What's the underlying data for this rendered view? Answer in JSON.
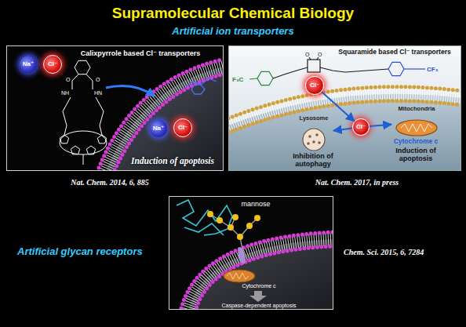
{
  "diagram": {
    "title": "Supramolecular Chemical Biology",
    "nodes": [
      {
        "text": [
          "Calixpyrrole based Cl⁻ transporters",
          "Induction of apoptosis"
        ]
      },
      {
        "text": [
          "Na⁺"
        ],
        "in": 0
      },
      {
        "text": [
          "Cl⁻"
        ],
        "in": 0
      },
      {
        "text": [
          "Na⁺"
        ],
        "in": 0
      },
      {
        "text": [
          "Cl⁻"
        ],
        "in": 0
      },
      {
        "text": [
          "Squaramide based Cl⁻ transporters"
        ]
      },
      {
        "text": [
          "Cl⁻"
        ],
        "in": 5
      },
      {
        "text": [
          "Cl⁻"
        ],
        "in": 5
      },
      {
        "text": [
          "Lysosome"
        ],
        "in": 5
      },
      {
        "text": [
          "Mitochondria"
        ],
        "in": 5
      },
      {
        "text": [
          "mannose"
        ]
      }
    ],
    "edges": [
      {
        "from": 6,
        "to": 7,
        "arrow": "to"
      },
      {
        "from": 7,
        "to": 8,
        "arrow": "to"
      },
      {
        "from": 7,
        "to": 9,
        "arrow": "to"
      }
    ],
    "labels": [
      "Artificial ion transporters",
      "O",
      "O",
      "NH",
      "HN",
      "Nat. Chem. 2014, 6, 885",
      "F₃C",
      "CF₃",
      "O",
      "O",
      "Inhibition of autophagy",
      "Cytochrome c",
      "Induction of apoptosis",
      "Nat. Chem. 2017, in press",
      "Artificial glycan receptors",
      "Cytochrome c",
      "Caspase-dependent apoptosis",
      "Chem. Sci. 2015, 6, 7284"
    ]
  }
}
